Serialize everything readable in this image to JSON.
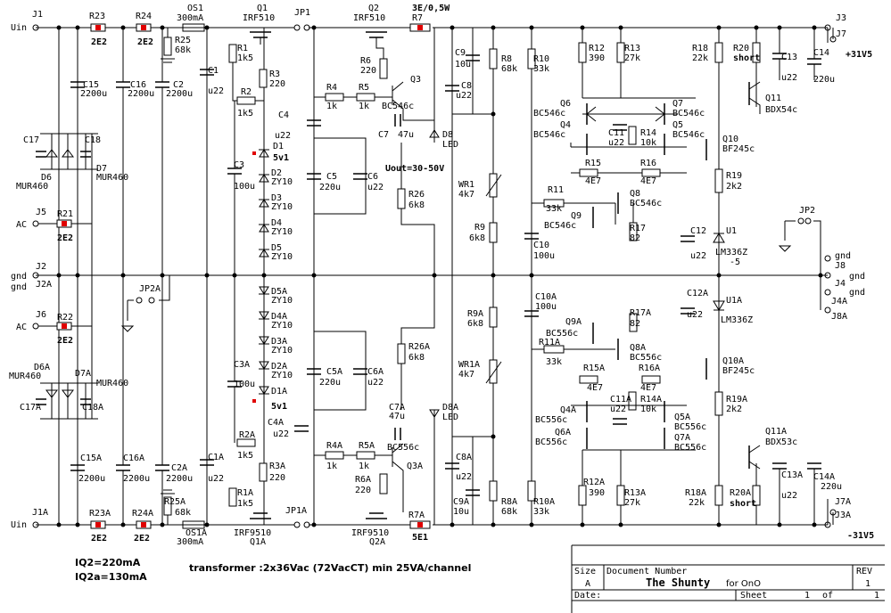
{
  "left": {
    "J1": "J1",
    "Uin_top": "Uin",
    "R23": "R23",
    "R23v": "2E2",
    "R24": "R24",
    "R24v": "2E2",
    "OS1": "OS1",
    "OS1v": "300mA",
    "R25": "R25",
    "R25v": "68k",
    "C1": "C1",
    "C1v": "u22",
    "C15": "C15",
    "C15v": "2200u",
    "C16": "C16",
    "C16v": "2200u",
    "C2": "C2",
    "C2v": "2200u",
    "C17": "C17",
    "C18": "C18",
    "D6": "D6",
    "D6v": "MUR460",
    "D7": "D7",
    "D7v": "MUR460",
    "J5": "J5",
    "AC1": "AC",
    "R21": "R21",
    "R21v": "2E2",
    "J2": "J2",
    "gnd1": "gnd",
    "J2A": "J2A",
    "gnd2": "gnd",
    "JP2A": "JP2A",
    "J6": "J6",
    "AC2": "AC",
    "R22": "R22",
    "R22v": "2E2",
    "D6A": "D6A",
    "D6Av": "MUR460",
    "D7A": "D7A",
    "D7Av": "MUR460",
    "C17A": "C17A",
    "C18A": "C18A",
    "C15A": "C15A",
    "C15Av": "2200u",
    "C16A": "C16A",
    "C16Av": "2200u",
    "C2A": "C2A",
    "C2Av": "2200u",
    "R25A": "R25A",
    "R25Av": "68k",
    "C1A": "C1A",
    "C1Av": "u22",
    "J1A": "J1A",
    "Uin_bot": "Uin",
    "R23A": "R23A",
    "R23Av": "2E2",
    "R24A": "R24A",
    "R24Av": "2E2",
    "OS1A": "OS1A",
    "OS1Av": "300mA"
  },
  "middle": {
    "Q1": "Q1",
    "Q1v": "IRF510",
    "JP1": "JP1",
    "Q2": "Q2",
    "Q2v": "IRF510",
    "R7": "R7",
    "R7v": "3E/0,5W",
    "R1": "R1",
    "R1v": "1k5",
    "R3": "R3",
    "R3v": "220",
    "R2": "R2",
    "R2v": "1k5",
    "C4": "C4",
    "C4v": "u22",
    "R6": "R6",
    "R6v": "220",
    "R4": "R4",
    "R4v": "1k",
    "R5": "R5",
    "R5v": "1k",
    "Q3": "Q3",
    "Q3v": "BC546c",
    "C7": "C7",
    "C7v": "47u",
    "D8": "D8",
    "D8v": "LED",
    "D1": "D1",
    "D1v": "5v1",
    "C3": "C3",
    "C3v": "100u",
    "D2": "D2",
    "D3": "D3",
    "D4": "D4",
    "D5": "D5",
    "zy": "ZY10",
    "C5": "C5",
    "C5v": "220u",
    "C6": "C6",
    "C6v": "u22",
    "D5A": "D5A",
    "D4A": "D4A",
    "D3A": "D3A",
    "D2A": "D2A",
    "D1A": "D1A",
    "D1Av": "5v1",
    "C3A": "C3A",
    "C3Av": "100u",
    "C5A": "C5A",
    "C5Av": "220u",
    "C6A": "C6A",
    "C6Av": "u22",
    "C4A": "C4A",
    "C4Av": "u22",
    "R2A": "R2A",
    "R2Av": "1k5",
    "R3A": "R3A",
    "R3Av": "220",
    "R1A": "R1A",
    "R1Av": "1k5",
    "Q1A": "Q1A",
    "Q1Av": "IRF9510",
    "JP1A": "JP1A",
    "Q2A": "Q2A",
    "Q2Av": "IRF9510",
    "R7A": "R7A",
    "R7Av": "5E1",
    "R4A": "R4A",
    "R4Av": "1k",
    "R5A": "R5A",
    "R5Av": "1k",
    "Q3A": "Q3A",
    "Q3Av": "BC556c",
    "R6A": "R6A",
    "R6Av": "220",
    "C7A": "C7A",
    "C7Av": "47u",
    "D8A": "D8A",
    "D8Av": "LED",
    "uout": "Uout=30-50V",
    "R26": "R26",
    "R26v": "6k8",
    "R26A": "R26A",
    "R26Av": "6k8"
  },
  "right": {
    "C9": "C9",
    "C9v": "10u",
    "C8": "C8",
    "C8v": "u22",
    "R8": "R8",
    "R8v": "68k",
    "R10": "R10",
    "R10v": "33k",
    "R12": "R12",
    "R12v": "390",
    "R13": "R13",
    "R13v": "27k",
    "R18": "R18",
    "R18v": "22k",
    "R20": "R20",
    "R20v": "short",
    "C13": "C13",
    "C13v": "u22",
    "C14": "C14",
    "C14v": "220u",
    "J3": "J3",
    "J7": "J7",
    "plus31": "+31V5",
    "Q6": "Q6",
    "Q6v": "BC546c",
    "Q4": "Q4",
    "Q4v": "BC546c",
    "Q7": "Q7",
    "Q7v": "BC546c",
    "Q5": "Q5",
    "Q5v": "BC546c",
    "Q11": "Q11",
    "Q11v": "BDX54c",
    "C11": "C11",
    "C11v": "u22",
    "R14": "R14",
    "R14v": "10k",
    "Q10": "Q10",
    "Q10v": "BF245c",
    "R15": "R15",
    "R15v": "4E7",
    "R16": "R16",
    "R16v": "4E7",
    "R19": "R19",
    "R19v": "2k2",
    "WR1": "WR1",
    "WR1v": "4k7",
    "R11": "R11",
    "R11v": "33k",
    "Q8": "Q8",
    "Q8v": "BC546c",
    "Q9": "Q9",
    "Q9v": "BC546c",
    "R17": "R17",
    "R17v": "82",
    "R9": "R9",
    "R9v": "6k8",
    "C10": "C10",
    "C10v": "100u",
    "C12": "C12",
    "C12v": "u22",
    "U1": "U1",
    "U1v": "LM336Z",
    "U1v2": "-5",
    "JP2": "JP2",
    "J8": "J8",
    "gnd3": "gnd",
    "J4": "J4",
    "gnd4": "gnd",
    "J4A": "J4A",
    "gnd5": "gnd",
    "J8A": "J8A",
    "C10A": "C10A",
    "C10Av": "100u",
    "C12A": "C12A",
    "C12Av": "u22",
    "U1A": "U1A",
    "U1Av": "LM336Z",
    "R9A": "R9A",
    "R9Av": "6k8",
    "Q9A": "Q9A",
    "Q9Av": "BC556c",
    "R17A": "R17A",
    "R17Av": "82",
    "R11A": "R11A",
    "R11Av": "33k",
    "Q8A": "Q8A",
    "Q8Av": "BC556c",
    "Q10A": "Q10A",
    "Q10Av": "BF245c",
    "WR1A": "WR1A",
    "WR1Av": "4k7",
    "R15A": "R15A",
    "R15Av": "4E7",
    "R16A": "R16A",
    "R16Av": "4E7",
    "C11A": "C11A",
    "C11Av": "u22",
    "R14A": "R14A",
    "R14Av": "10k",
    "R19A": "R19A",
    "R19Av": "2k2",
    "Q4A": "Q4A",
    "Q4Av": "BC556c",
    "Q5A": "Q5A",
    "Q5Av": "BC556c",
    "Q6A": "Q6A",
    "Q6Av": "BC556c",
    "Q7A": "Q7A",
    "Q7Av": "BC556c",
    "Q11A": "Q11A",
    "Q11Av": "BDX53c",
    "C8A": "C8A",
    "C8Av": "u22",
    "C9A": "C9A",
    "C9Av": "10u",
    "R8A": "R8A",
    "R8Av": "68k",
    "R10A": "R10A",
    "R10Av": "33k",
    "R12A": "R12A",
    "R12Av": "390",
    "R13A": "R13A",
    "R13Av": "27k",
    "R18A": "R18A",
    "R18Av": "22k",
    "R20A": "R20A",
    "R20Av": "short",
    "C13A": "C13A",
    "C13Av": "u22",
    "C14A": "C14A",
    "C14Av": "220u",
    "J7A": "J7A",
    "J3A": "J3A",
    "minus31": "-31V5"
  },
  "notes": {
    "iq2": "IQ2=220mA",
    "iq2a": "IQ2a=130mA",
    "transformer": "transformer :2x36Vac (72VacCT) min 25VA/channel"
  },
  "title_block": {
    "size_label": "Size",
    "size_value": "A",
    "docnum_label": "Document Number",
    "title": "The Shunty",
    "title_suffix": "for OnO",
    "rev_label": "REV",
    "rev_value": "1",
    "date_label": "Date:",
    "sheet_label": "Sheet",
    "sheet_num": "1",
    "sheet_of": "of",
    "sheet_total": "1"
  },
  "colors": {
    "wire": "#000000",
    "marker": "#e00000",
    "background": "#ffffff"
  }
}
